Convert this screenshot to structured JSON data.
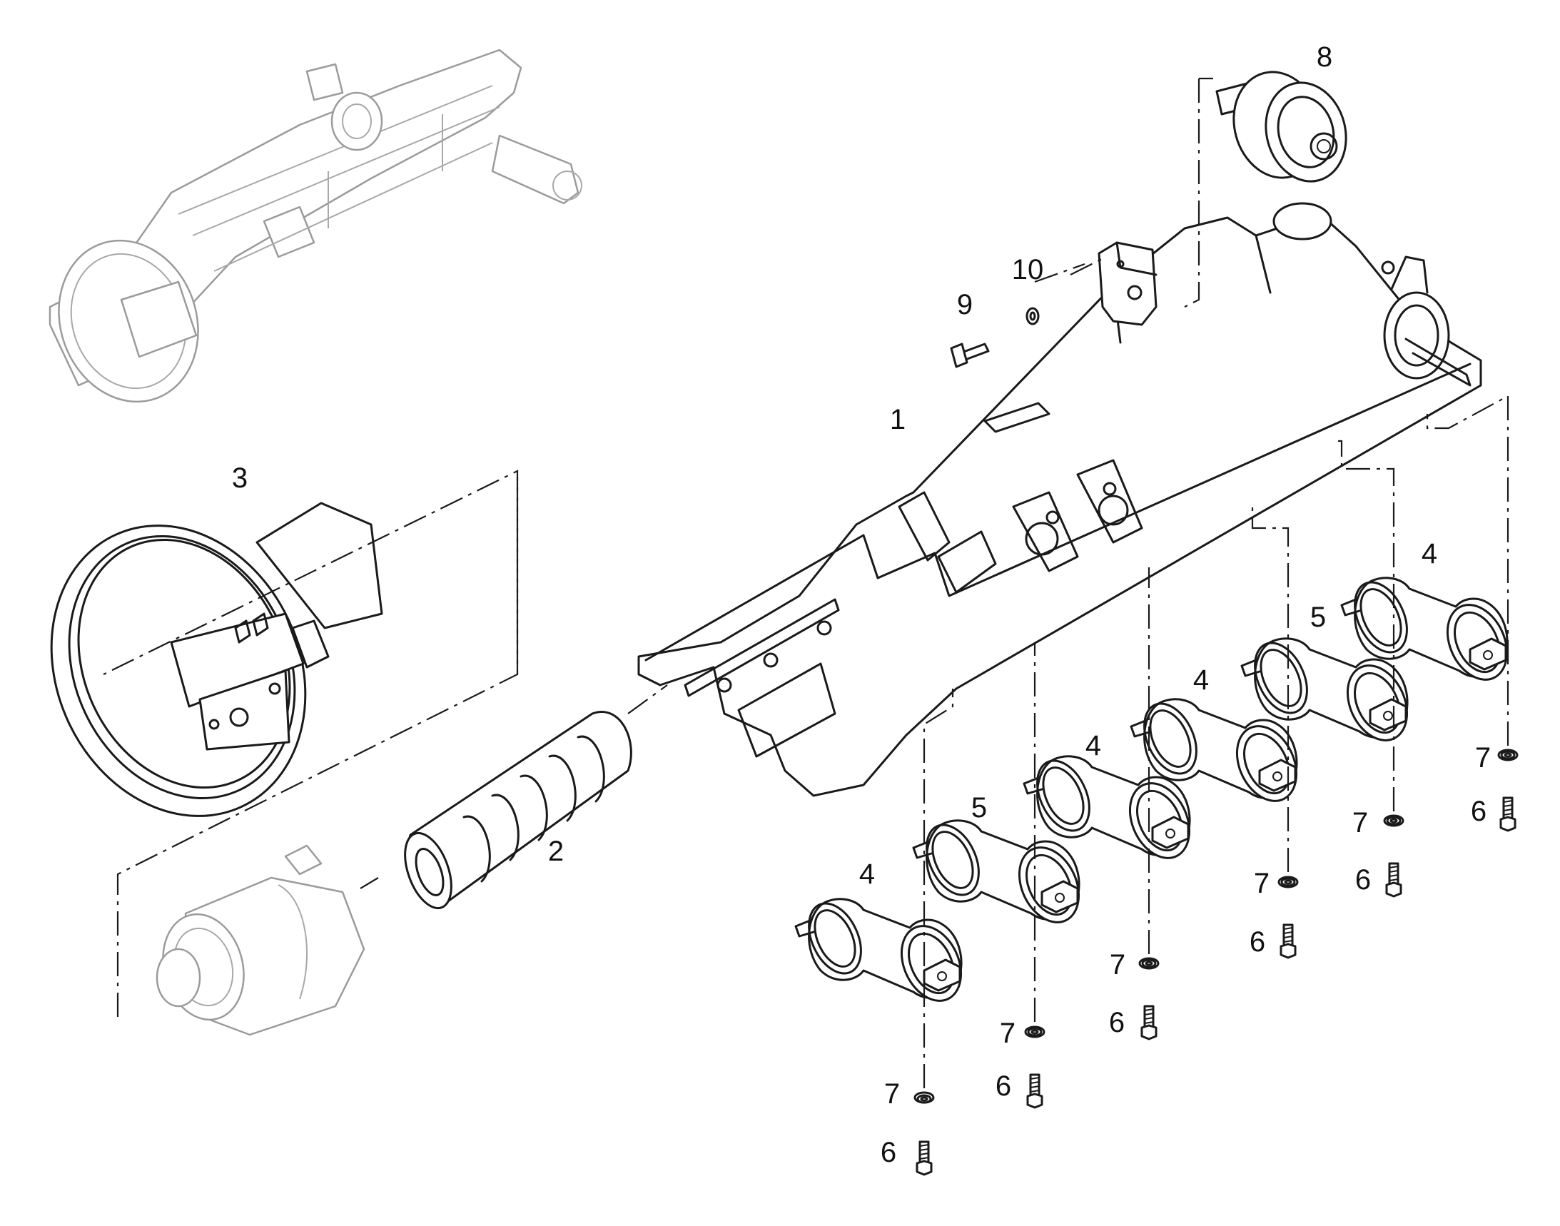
{
  "callouts": {
    "frame": "1",
    "spring": "2",
    "idler": "3",
    "roller_single_flange": "4",
    "roller_double_flange": "5",
    "bolt": "6",
    "washer": "7",
    "carrier_roller": "8",
    "bracket_bolt": "9",
    "bracket_washer": "10"
  },
  "colors": {
    "line": "#1a1a1a",
    "ghost_line": "#9b9b9b",
    "background": "#ffffff"
  }
}
